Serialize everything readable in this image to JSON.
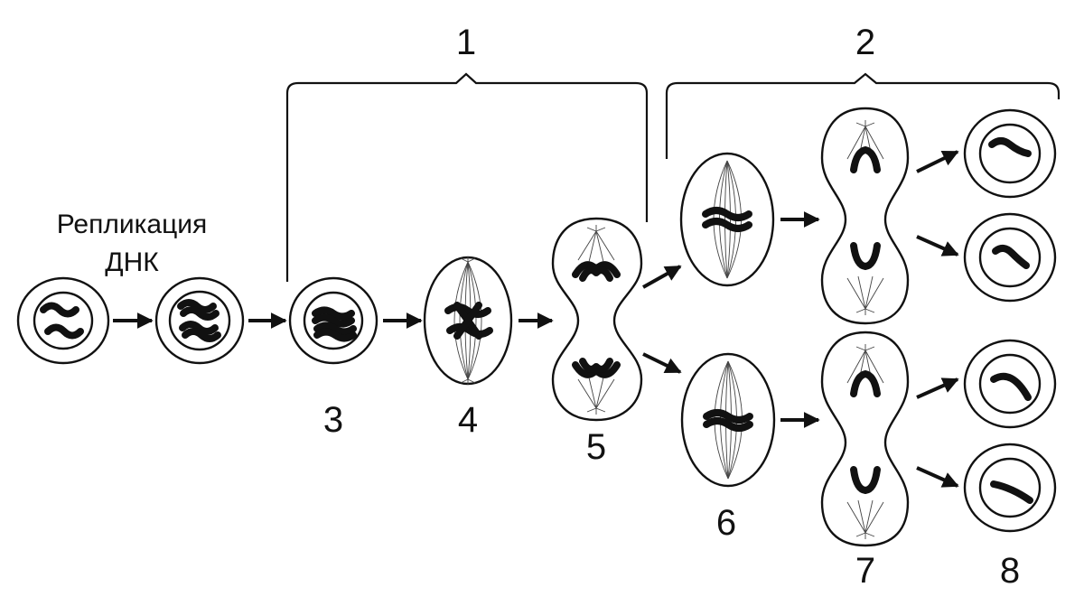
{
  "caption": {
    "line1": "Репликация",
    "line2": "ДНК"
  },
  "brackets": {
    "first": "1",
    "second": "2"
  },
  "stage_labels": [
    "3",
    "4",
    "5",
    "6",
    "7",
    "8"
  ],
  "colors": {
    "line": "#111111",
    "background": "#ffffff"
  }
}
